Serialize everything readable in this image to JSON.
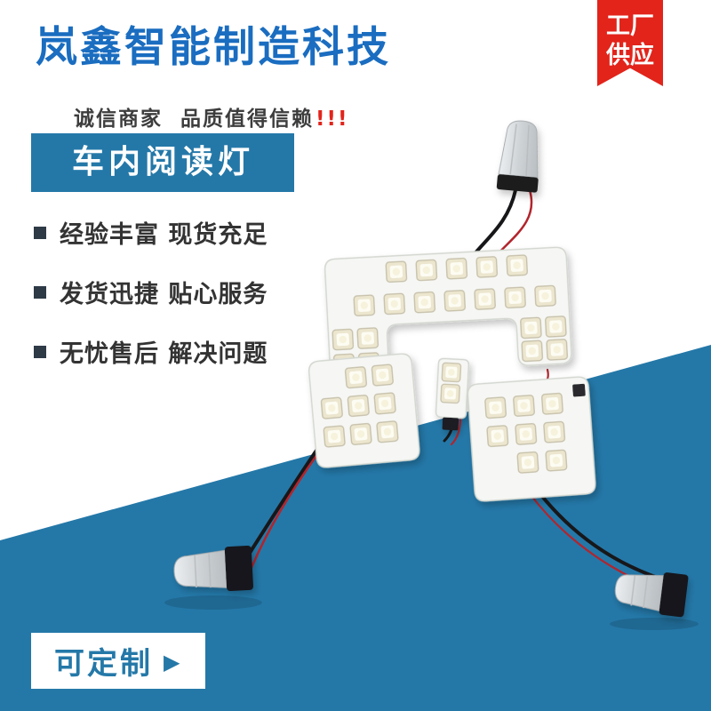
{
  "brand": {
    "title": "岚鑫智能制造科技",
    "tagline": "诚信商家  品质值得信赖",
    "tagline_emphasis": "!!!"
  },
  "ribbon": {
    "line1": "工厂",
    "line2": "供应"
  },
  "product": {
    "label": "车内阅读灯"
  },
  "features": [
    "经验丰富 现货充足",
    "发货迅捷 贴心服务",
    "无忧售后 解决问题"
  ],
  "cta": {
    "label": "可定制",
    "arrow": "▶"
  },
  "colors": {
    "brand_blue": "#1a6dc0",
    "panel_blue": "#2478a8",
    "ribbon_red": "#e2241b",
    "accent_red": "#e2241b"
  }
}
